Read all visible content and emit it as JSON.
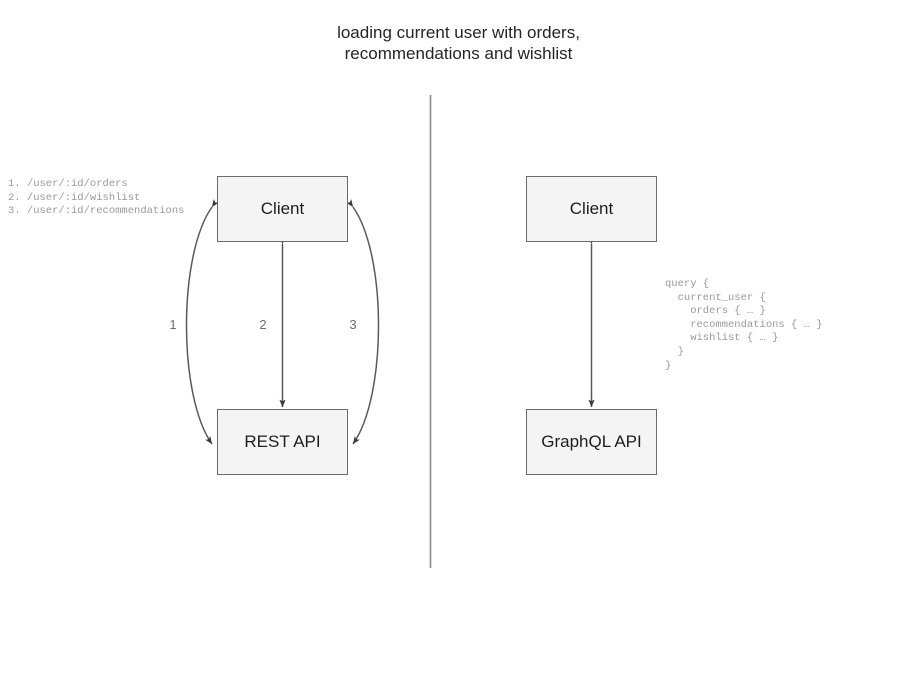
{
  "diagram": {
    "title": "loading current user with orders,\nrecommendations and wishlist",
    "divider_label": "vertical-divider",
    "left": {
      "client_label": "Client",
      "api_label": "REST API",
      "endpoints_text": "1. /user/:id/orders\n2. /user/:id/wishlist\n3. /user/:id/recommendations",
      "edges": [
        {
          "label": "1",
          "name": "edge-orders"
        },
        {
          "label": "2",
          "name": "edge-wishlist"
        },
        {
          "label": "3",
          "name": "edge-recommendations"
        }
      ]
    },
    "right": {
      "client_label": "Client",
      "api_label": "GraphQL API",
      "query_text": "query {\n  current_user {\n    orders { … }\n    recommendations { … }\n    wishlist { … }\n  }\n}"
    },
    "colors": {
      "background": "#ffffff",
      "node_fill": "#f4f4f4",
      "node_border": "#6b6b6b",
      "edge_stroke": "#5a5a5a",
      "divider": "#8d8d8d",
      "title_text": "#252525",
      "code_text": "#9a9a9a",
      "label_text": "#6e6e6e"
    }
  }
}
